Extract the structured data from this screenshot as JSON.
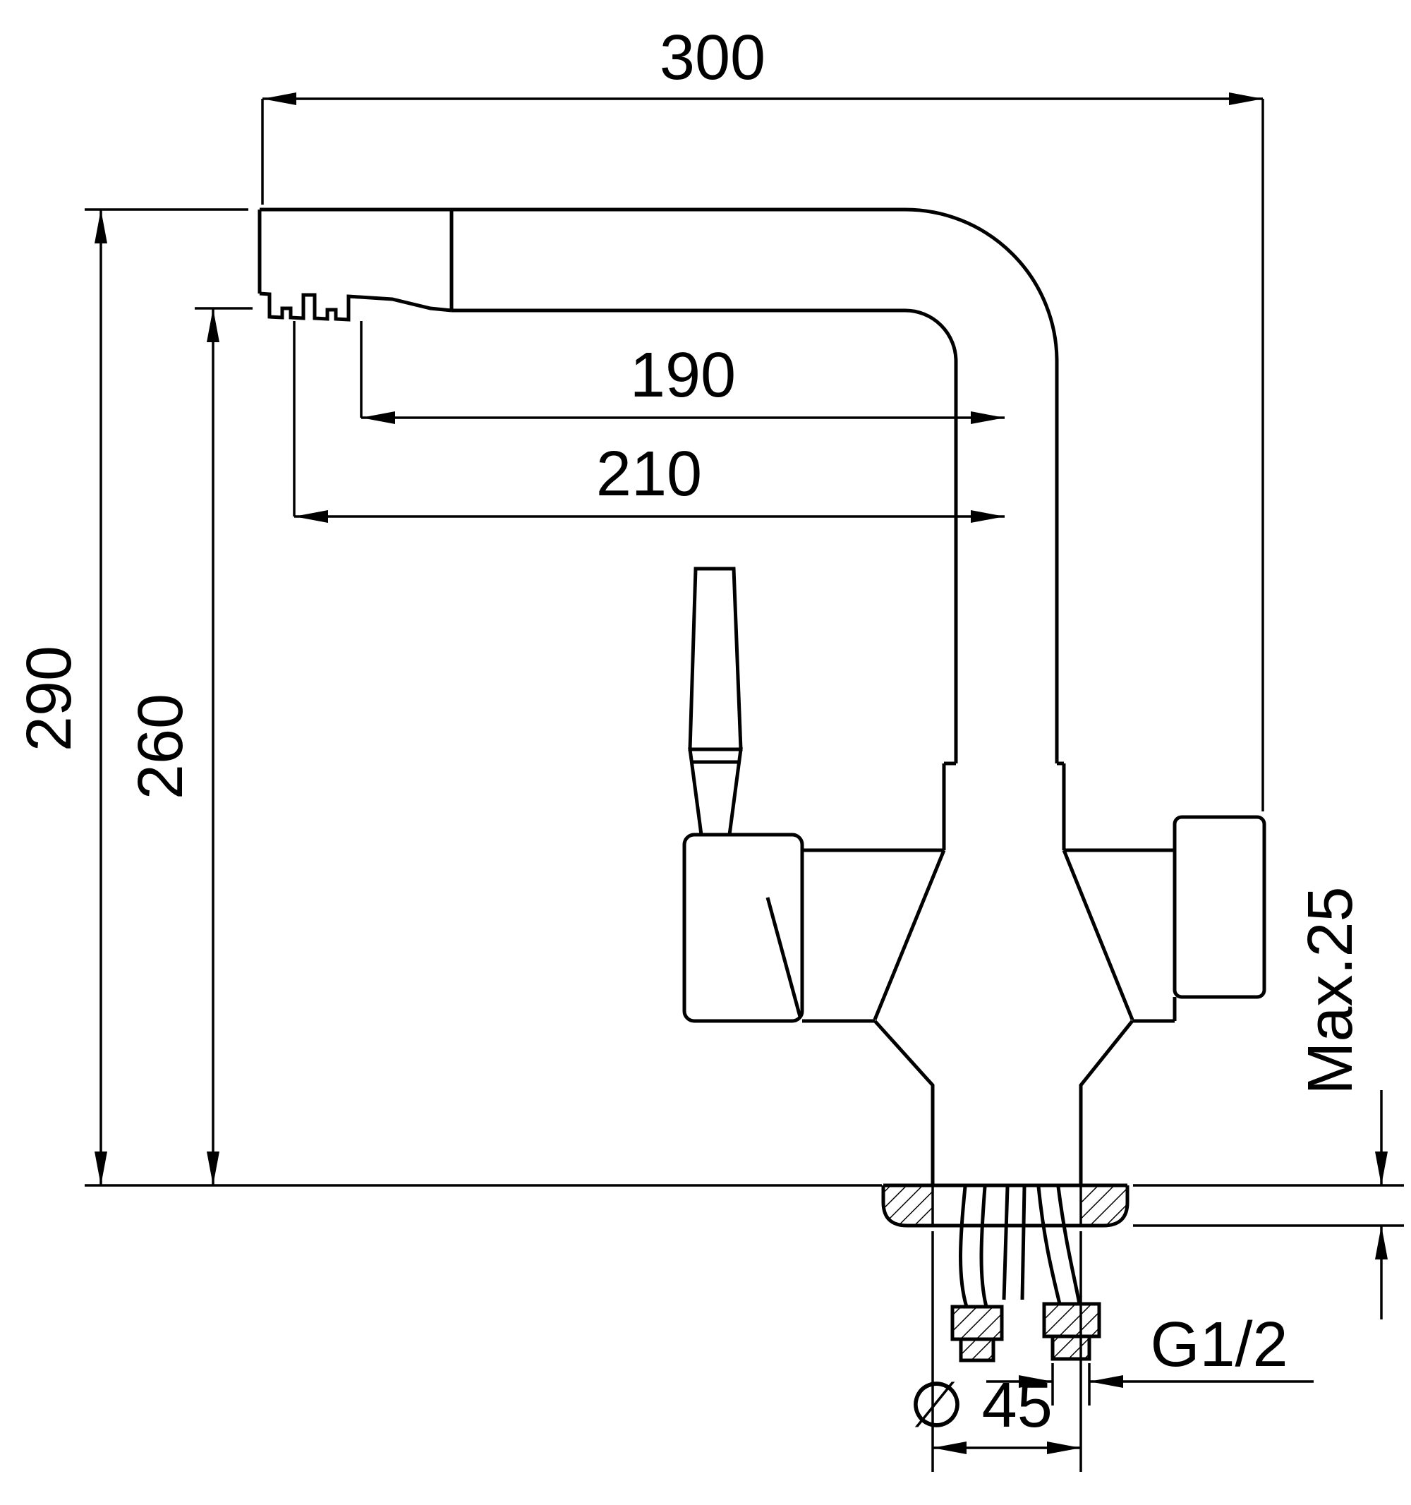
{
  "drawing": {
    "subject": "kitchen mixer faucet with filter channel - dimensioned technical drawing",
    "background_color": "#ffffff",
    "line_color": "#000000",
    "labels": {
      "total_length": "300",
      "spout_reach": "190",
      "spout_reach_outer": "210",
      "total_height": "290",
      "spout_height": "260",
      "max_deck_thickness": "Max.25",
      "thread_size": "G1/2",
      "hole_diameter": "∅ 45"
    }
  }
}
